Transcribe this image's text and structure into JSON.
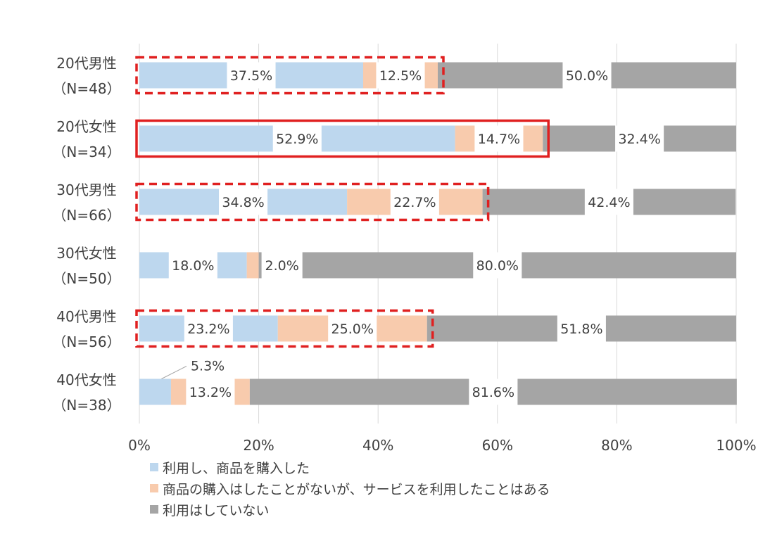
{
  "chart_data": {
    "type": "bar",
    "orientation": "horizontal",
    "stacked": "100%",
    "categories": [
      [
        "20代男性",
        "（N=48）"
      ],
      [
        "20代女性",
        "（N=34）"
      ],
      [
        "30代男性",
        "（N=66）"
      ],
      [
        "30代女性",
        "（N=50）"
      ],
      [
        "40代男性",
        "（N=56）"
      ],
      [
        "40代女性",
        "（N=38）"
      ]
    ],
    "series": [
      {
        "name": "利用し、商品を購入した",
        "color": "#bdd7ee",
        "values": [
          37.5,
          52.9,
          34.8,
          18.0,
          23.2,
          5.3
        ],
        "labels": [
          "37.5%",
          "52.9%",
          "34.8%",
          "18.0%",
          "23.2%",
          "5.3%"
        ]
      },
      {
        "name": "商品の購入はしたことがないが、サービスを利用したことはある",
        "color": "#f8cbad",
        "values": [
          12.5,
          14.7,
          22.7,
          2.0,
          25.0,
          13.2
        ],
        "labels": [
          "12.5%",
          "14.7%",
          "22.7%",
          "2.0%",
          "25.0%",
          "13.2%"
        ]
      },
      {
        "name": "利用はしていない",
        "color": "#a5a5a5",
        "values": [
          50.0,
          32.4,
          42.4,
          80.0,
          51.8,
          81.6
        ],
        "labels": [
          "50.0%",
          "32.4%",
          "42.4%",
          "80.0%",
          "51.8%",
          "81.6%"
        ]
      }
    ],
    "x_ticks": [
      "0%",
      "20%",
      "40%",
      "60%",
      "80%",
      "100%"
    ],
    "xlim": [
      0,
      100
    ],
    "grid": "vertical",
    "legend_position": "bottom",
    "highlight": {
      "dashed_boxes": [
        0,
        2,
        4
      ],
      "solid_box": 1,
      "color": "#e02020"
    }
  }
}
